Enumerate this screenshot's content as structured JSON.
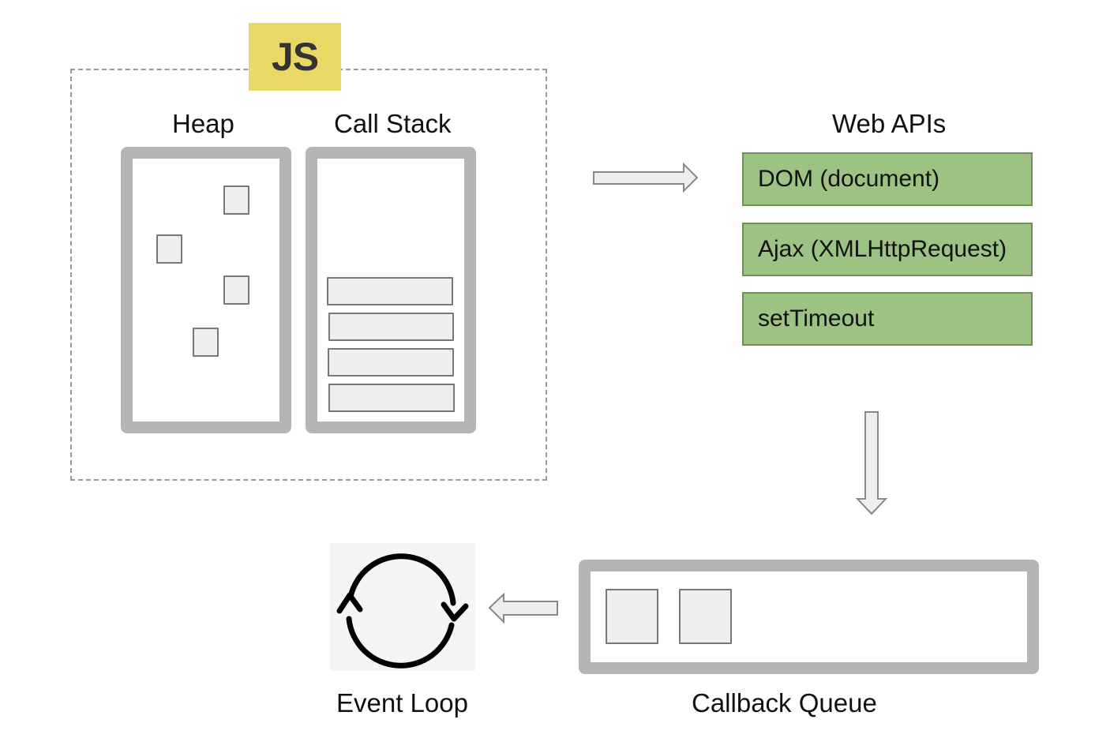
{
  "engine": {
    "badge": "JS",
    "heap": {
      "title": "Heap",
      "item_count": 4
    },
    "call_stack": {
      "title": "Call Stack",
      "frame_count": 4
    }
  },
  "web_apis": {
    "title": "Web APIs",
    "items": [
      "DOM (document)",
      "Ajax (XMLHttpRequest)",
      "setTimeout"
    ]
  },
  "callback_queue": {
    "title": "Callback Queue",
    "item_count": 2
  },
  "event_loop": {
    "title": "Event Loop",
    "icon": "cycle-arrows-icon"
  },
  "colors": {
    "js_badge": "#ead865",
    "api_fill": "#9dc284",
    "frame_border": "#b5b5b5",
    "cell_fill": "#eeeeee",
    "arrow_fill": "#eeeeee"
  }
}
